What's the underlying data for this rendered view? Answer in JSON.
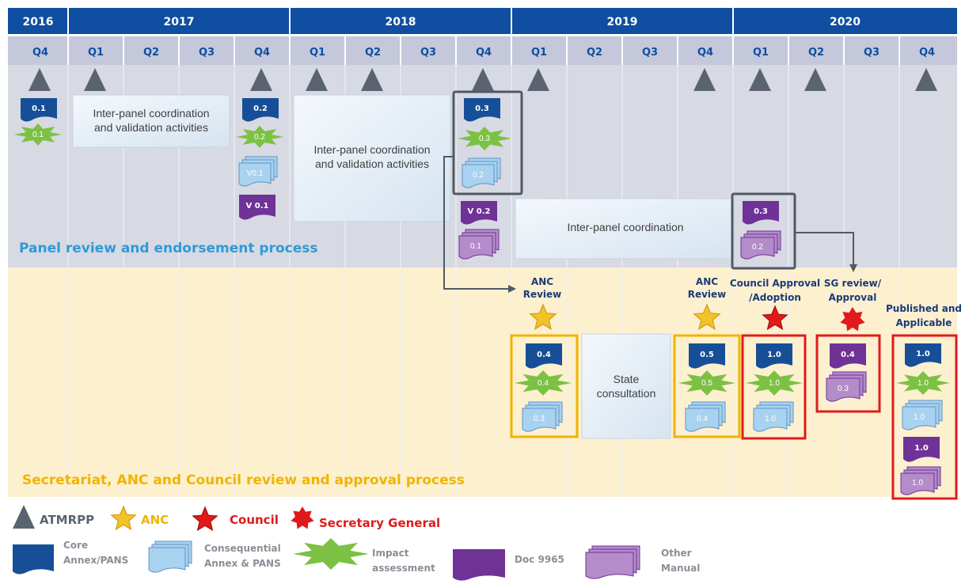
{
  "years": [
    "2016",
    "2017",
    "2018",
    "2019",
    "2020"
  ],
  "quarters": [
    "Q4",
    "Q1",
    "Q2",
    "Q3",
    "Q4",
    "Q1",
    "Q2",
    "Q3",
    "Q4",
    "Q1",
    "Q2",
    "Q3",
    "Q4",
    "Q1",
    "Q2",
    "Q3",
    "Q4"
  ],
  "panel": {
    "title": "Panel review and endorsement process",
    "activity1": [
      "Inter-panel coordination",
      "and validation  activities"
    ],
    "activity2": [
      "Inter-panel coordination",
      "and validation  activities"
    ],
    "activity3": "Inter-panel coordination",
    "core": [
      "0.1",
      "0.2",
      "0.3",
      "0.3"
    ],
    "impact": [
      "0.1",
      "0.2",
      "0.3"
    ],
    "consequential": [
      "V0.1",
      "0.2"
    ],
    "doc9965": [
      "V 0.1",
      "V 0.2"
    ],
    "manual": [
      "0.1",
      "0.2"
    ]
  },
  "secretariat": {
    "title": "Secretariat, ANC and Council review and approval process",
    "labels": {
      "anc1": [
        "ANC",
        "Review"
      ],
      "anc2": [
        "ANC",
        "Review"
      ],
      "council": [
        "Council Approval",
        "/Adoption"
      ],
      "sg": [
        "SG review/",
        "Approval"
      ],
      "published": [
        "Published and",
        "Applicable"
      ]
    },
    "state": [
      "State",
      "consultation"
    ],
    "box1": {
      "core": "0.4",
      "impact": "0.4",
      "consequential": "0.3"
    },
    "box2": {
      "core": "0.5",
      "impact": "0.5",
      "consequential": "0.4"
    },
    "box3": {
      "core": "1.0",
      "impact": "1.0",
      "consequential": "1.0"
    },
    "box4": {
      "doc": "0.4",
      "manual": "0.3"
    },
    "box5": {
      "core": "1.0",
      "impact": "1.0",
      "consequential": "1.0",
      "doc": "1.0",
      "manual": "1.0"
    }
  },
  "legend": {
    "atmrpp": "ATMRPP",
    "anc": "ANC",
    "council": "Council",
    "sg": "Secretary General",
    "core": [
      "Core",
      "Annex/PANS"
    ],
    "consequential": [
      "Consequential",
      "Annex & PANS"
    ],
    "impact": [
      "Impact",
      "assessment"
    ],
    "doc": "Doc 9965",
    "manual": [
      "Other",
      "Manual"
    ]
  },
  "colors": {
    "header": "#0f4ea0",
    "quarter_bg": "#c4c8da",
    "panel_bg": "#d7d9e3",
    "secretariat_bg": "#fcf0cf",
    "core": "#164f98",
    "consequential": "#a9d2f0",
    "impact": "#7cc143",
    "doc": "#6f3297",
    "manual": "#b38cc9",
    "anc": "#f2c22a",
    "council": "#e01a1a",
    "panel_title": "#2e9ad8",
    "secretariat_title": "#f0b400",
    "gray_frame": "#505a64",
    "yellow_frame": "#f0b400",
    "red_frame": "#e01a1a"
  }
}
